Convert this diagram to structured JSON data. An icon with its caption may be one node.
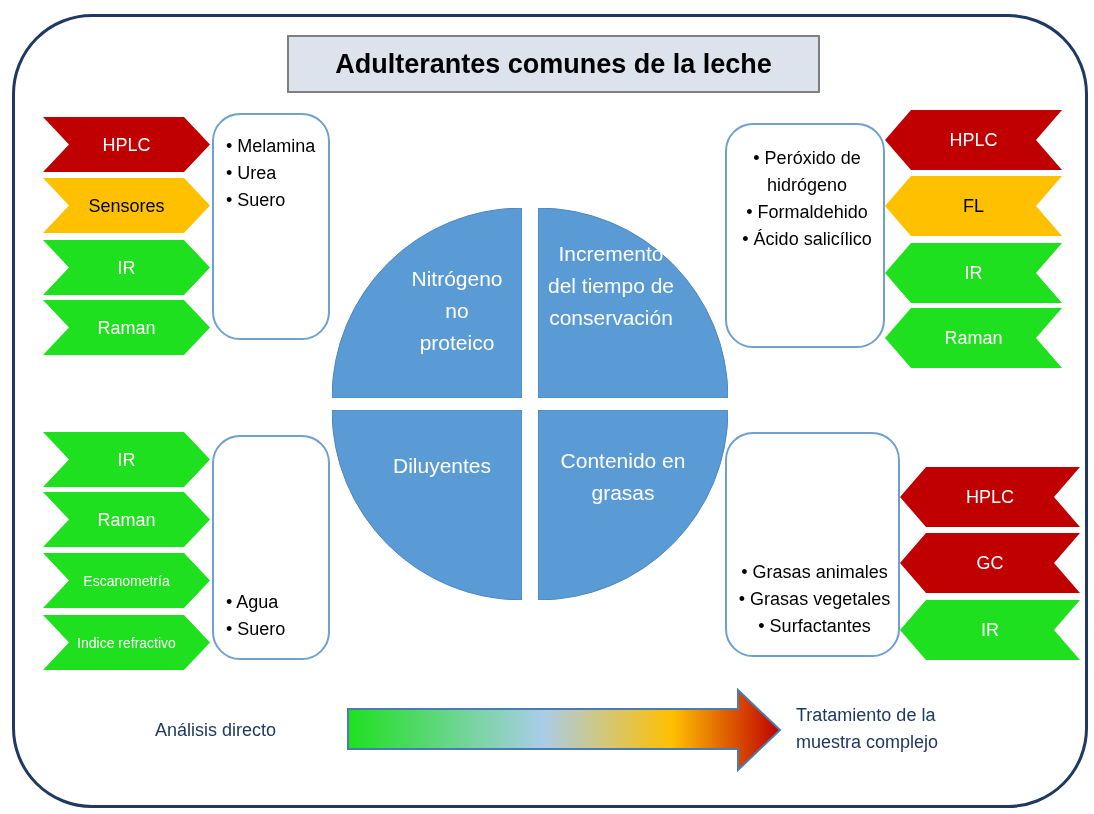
{
  "diagram": {
    "title": "Adulterantes comunes de la leche",
    "nodes": [
      {
        "text": [
          "HPLC"
        ]
      },
      {
        "text": [
          "Sensores"
        ]
      },
      {
        "text": [
          "IR"
        ]
      },
      {
        "text": [
          "Raman"
        ]
      },
      {
        "text": [
          "• Melamina",
          "• Urea",
          "• Suero"
        ]
      },
      {
        "text": [
          "Nitrógeno no proteico"
        ]
      },
      {
        "text": [
          "Incremento del tiempo de conservación"
        ]
      },
      {
        "text": [
          "• Peróxido de hidrógeno",
          "• Formaldehido",
          "• Ácido salicílico"
        ]
      },
      {
        "text": [
          "HPLC"
        ]
      },
      {
        "text": [
          "FL"
        ]
      },
      {
        "text": [
          "IR"
        ]
      },
      {
        "text": [
          "Raman"
        ]
      },
      {
        "text": [
          "IR"
        ]
      },
      {
        "text": [
          "Raman"
        ]
      },
      {
        "text": [
          "Escanometría"
        ]
      },
      {
        "text": [
          "Indice refractivo"
        ]
      },
      {
        "text": [
          "• Agua",
          "• Suero"
        ]
      },
      {
        "text": [
          "Diluyentes"
        ]
      },
      {
        "text": [
          "Contenido en grasas"
        ]
      },
      {
        "text": [
          "• Grasas animales",
          "• Grasas vegetales",
          "• Surfactantes"
        ]
      },
      {
        "text": [
          "HPLC"
        ]
      },
      {
        "text": [
          "GC"
        ]
      },
      {
        "text": [
          "IR"
        ]
      }
    ],
    "edges": [],
    "labels": [
      "Análisis directo",
      "Tratamiento de la muestra complejo"
    ]
  }
}
